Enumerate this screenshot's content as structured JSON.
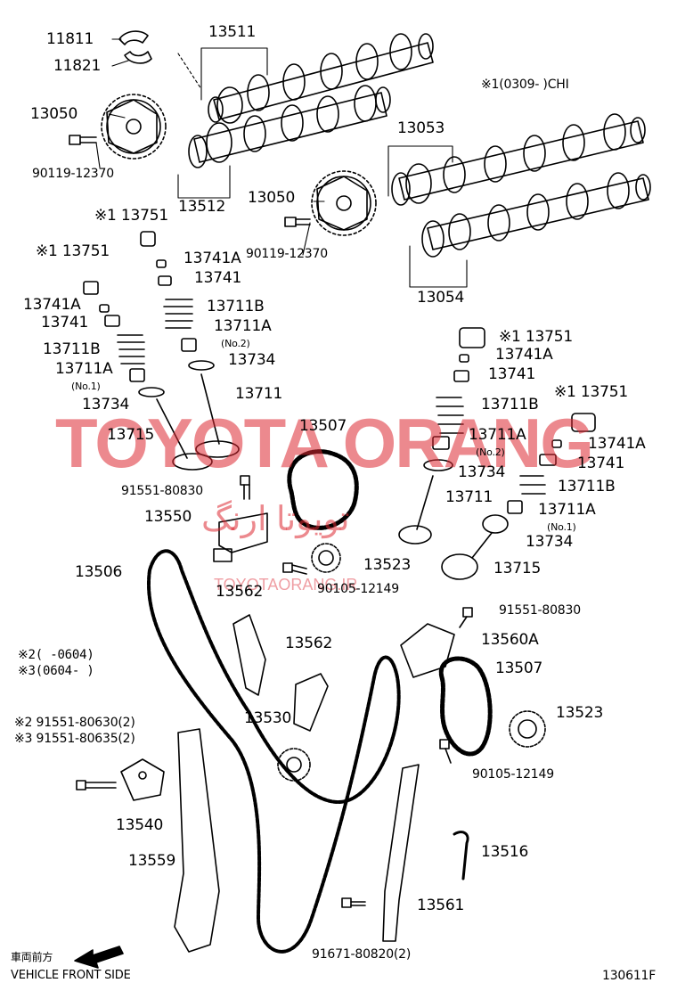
{
  "watermark": {
    "main": "TOYOTA ORANG",
    "arabic": "تویوتا ارنگ",
    "url": "TOYOTAORANG.IR",
    "color": "#dc2832"
  },
  "notes": {
    "chi": "※1(0309-     )CHI",
    "note2": "※2(       -0604)",
    "note3": "※3(0604-        )",
    "vehicle_front_jp": "車両前方",
    "vehicle_front_en": "VEHICLE FRONT SIDE",
    "figure_code": "130611F"
  },
  "labels": {
    "p11811": "11811",
    "p11821": "11821",
    "p13511": "13511",
    "p13050a": "13050",
    "p90119a": "90119-12370",
    "p13512": "13512",
    "p13053": "13053",
    "p13050b": "13050",
    "p90119b": "90119-12370",
    "p13054": "13054",
    "p13751a": "※1 13751",
    "p13741Aa": "13741A",
    "p13741a": "13741",
    "p13711Ba": "13711B",
    "p13711Aa": "13711A",
    "p_no2a": "(No.2)",
    "p13734a": "13734",
    "p13711a": "13711",
    "p13751b": "※1 13751",
    "p13741Ab": "13741A",
    "p13741b": "13741",
    "p13711Bb": "13711B",
    "p13711Ab": "13711A",
    "p_no1a": "(No.1)",
    "p13734b": "13734",
    "p13715a": "13715",
    "p13507a": "13507",
    "p91551a": "91551-80830",
    "p13550": "13550",
    "p13506": "13506",
    "p13523a": "13523",
    "p90105a": "90105-12149",
    "p13562a": "13562",
    "p13751c": "※1 13751",
    "p13741Ac": "13741A",
    "p13741c": "13741",
    "p13711Bc": "13711B",
    "p13711Ac": "13711A",
    "p_no2b": "(No.2)",
    "p13734c": "13734",
    "p13711b": "13711",
    "p13751d": "※1 13751",
    "p13741Ad": "13741A",
    "p13741d": "13741",
    "p13711Bd": "13711B",
    "p13711Ad": "13711A",
    "p_no1b": "(No.1)",
    "p13734d": "13734",
    "p13715b": "13715",
    "p91551b": "91551-80830",
    "p13560A": "13560A",
    "p13562b": "13562",
    "p13507b": "13507",
    "p13523b": "13523",
    "p91551c": "※2 91551-80630(2)",
    "p91551d": "※3 91551-80635(2)",
    "p13530": "13530",
    "p90105b": "90105-12149",
    "p13540": "13540",
    "p13516": "13516",
    "p13559": "13559",
    "p13561": "13561",
    "p91671": "91671-80820(2)"
  }
}
